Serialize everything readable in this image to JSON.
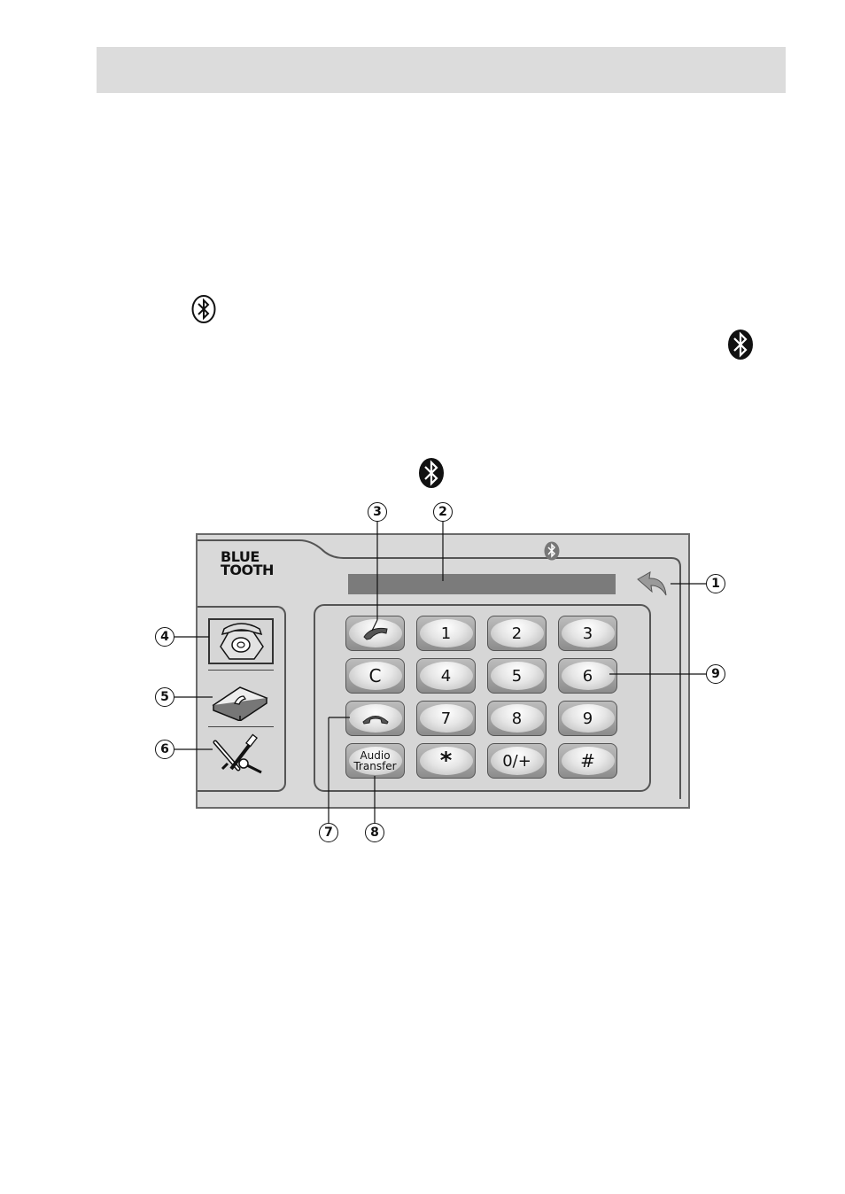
{
  "brand": {
    "line1": "BLUE",
    "line2": "TOOTH"
  },
  "display": {
    "text": ""
  },
  "keypad": {
    "rows": [
      [
        {
          "name": "call-key",
          "icon": "phone-pickup-icon",
          "label": ""
        },
        {
          "name": "key-1",
          "label": "1"
        },
        {
          "name": "key-2",
          "label": "2"
        },
        {
          "name": "key-3",
          "label": "3"
        }
      ],
      [
        {
          "name": "clear-key",
          "label": "C"
        },
        {
          "name": "key-4",
          "label": "4"
        },
        {
          "name": "key-5",
          "label": "5"
        },
        {
          "name": "key-6",
          "label": "6"
        }
      ],
      [
        {
          "name": "hangup-key",
          "icon": "phone-hangup-icon",
          "label": ""
        },
        {
          "name": "key-7",
          "label": "7"
        },
        {
          "name": "key-8",
          "label": "8"
        },
        {
          "name": "key-9",
          "label": "9"
        }
      ],
      [
        {
          "name": "audio-transfer-key",
          "label_line1": "Audio",
          "label_line2": "Transfer"
        },
        {
          "name": "key-star",
          "label": "*"
        },
        {
          "name": "key-zero-plus",
          "label": "0/+"
        },
        {
          "name": "key-hash",
          "label": "#"
        }
      ]
    ]
  },
  "side_menu": [
    {
      "name": "phone-icon",
      "selected": true
    },
    {
      "name": "phonebook-icon",
      "selected": false
    },
    {
      "name": "settings-tools-icon",
      "selected": false
    }
  ],
  "callouts": [
    "1",
    "2",
    "3",
    "4",
    "5",
    "6",
    "7",
    "8",
    "9"
  ],
  "icons": {
    "bluetooth": "bluetooth-icon",
    "back": "back-arrow-icon"
  },
  "colors": {
    "header_bar": "#dcdcdc",
    "screen_bg": "#d9d9d9",
    "display_bar": "#7b7b7b"
  }
}
